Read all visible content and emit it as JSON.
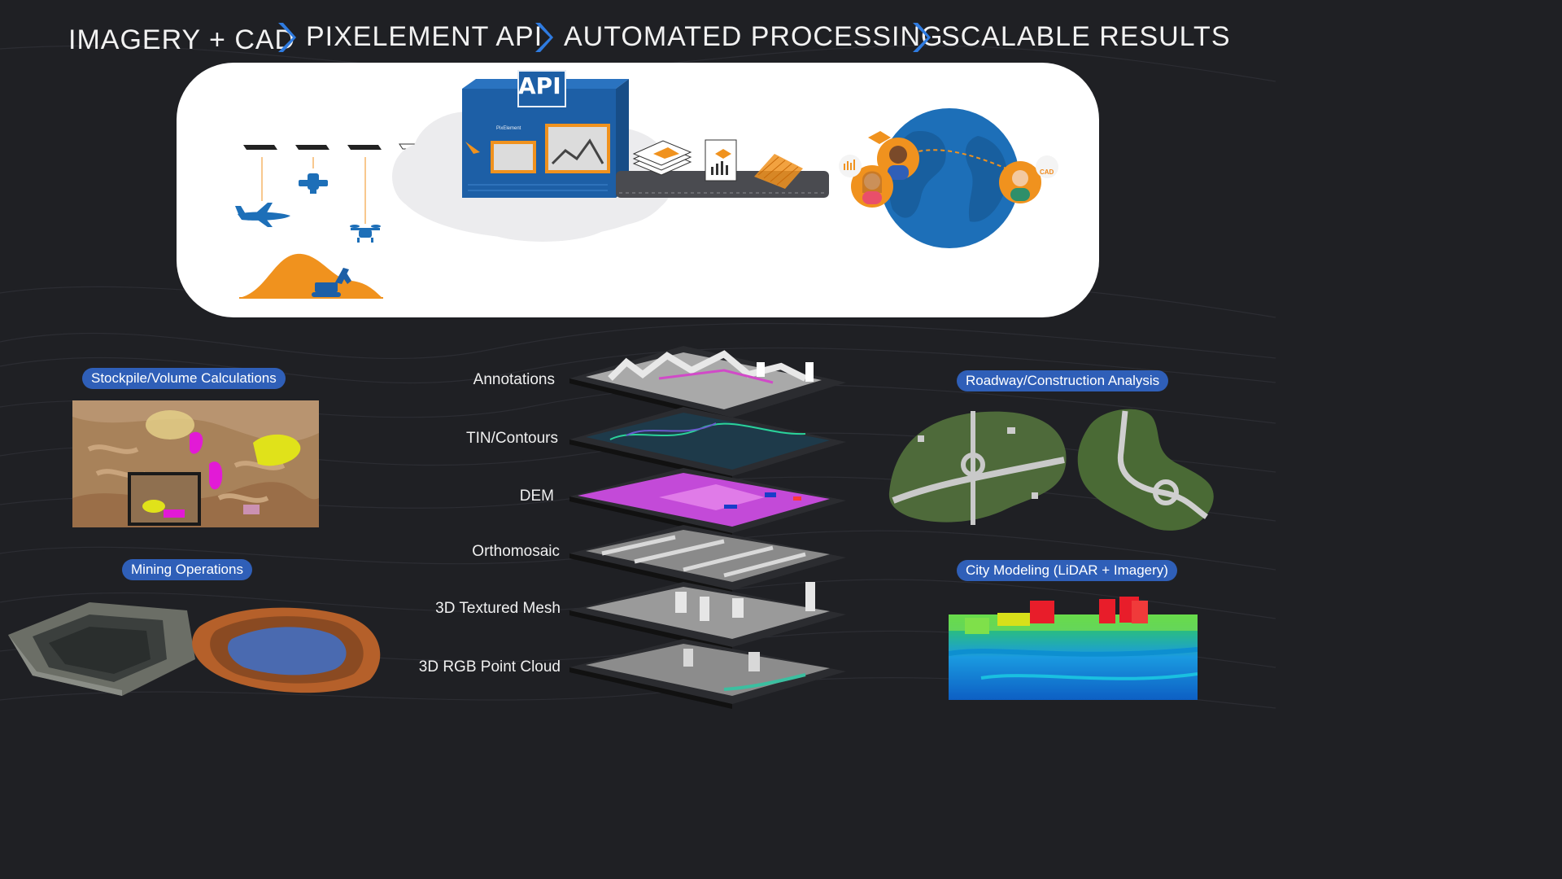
{
  "header": {
    "steps": [
      "IMAGERY + CAD",
      "PIXELEMENT API",
      "AUTOMATED PROCESSING",
      "SCALABLE RESULTS"
    ]
  },
  "diagram": {
    "api_label": "API",
    "brand_label": "PixElement",
    "cad_label": "CAD"
  },
  "badges": {
    "stockpile": "Stockpile/Volume Calculations",
    "mining": "Mining Operations",
    "roadway": "Roadway/Construction Analysis",
    "city": "City Modeling (LiDAR + Imagery)"
  },
  "layers": [
    "Annotations",
    "TIN/Contours",
    "DEM",
    "Orthomosaic",
    "3D Textured Mesh",
    "3D RGB Point Cloud"
  ],
  "colors": {
    "background": "#1f2024",
    "accent_blue": "#2f5fb8",
    "chevron_blue": "#2f7be0",
    "orange": "#f0921e",
    "api_box": "#1d5fa6"
  },
  "icons": [
    "airplane-icon",
    "satellite-icon",
    "drone-icon",
    "excavator-icon",
    "cloud-icon",
    "globe-icon"
  ]
}
